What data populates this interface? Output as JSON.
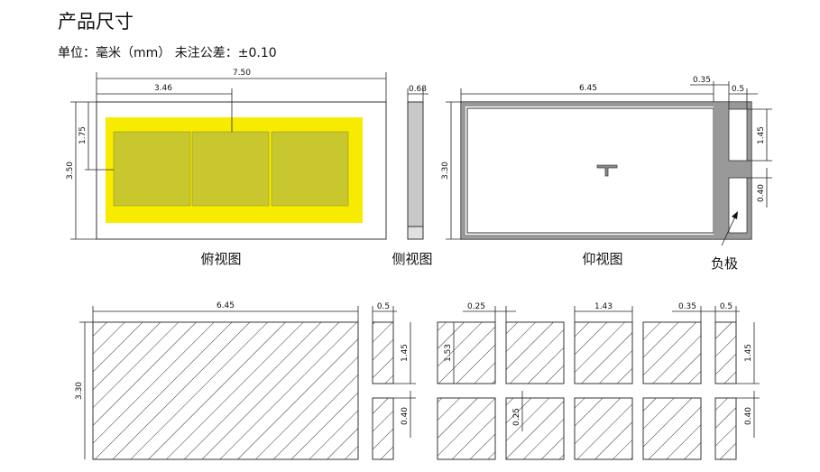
{
  "title": "产品尺寸",
  "subtitle": "单位：毫米（mm） 未注公差：±0.10",
  "captions": {
    "top_view": "俯视图",
    "side_view": "侧视图",
    "bottom_view": "仰视图",
    "negative": "负极"
  },
  "colors": {
    "phosphor": "#f7ec00",
    "chip": "#c8c82e",
    "pad": "#999999",
    "frame": "#d0d0d0"
  },
  "dims": {
    "top_w": "7.50",
    "top_mid": "3.46",
    "top_h": "3.50",
    "top_ch": "1.75",
    "side_t": "0.68",
    "bot_w": "6.45",
    "bot_gap": "0.35",
    "bot_pad": "0.5",
    "bot_h": "3.30",
    "bot_p1": "1.45",
    "bot_p2": "0.40",
    "pcb_w": "6.45",
    "pcb_h": "3.30",
    "pcb_pad": "0.5",
    "pcb_p1": "1.45",
    "pcb_p2": "0.40",
    "st_a": "0.25",
    "st_b": "1.43",
    "st_c": "0.35",
    "st_d": "0.5",
    "st_h1": "1.53",
    "st_gap": "0.25",
    "st_p1": "1.45",
    "st_p2": "0.40"
  }
}
